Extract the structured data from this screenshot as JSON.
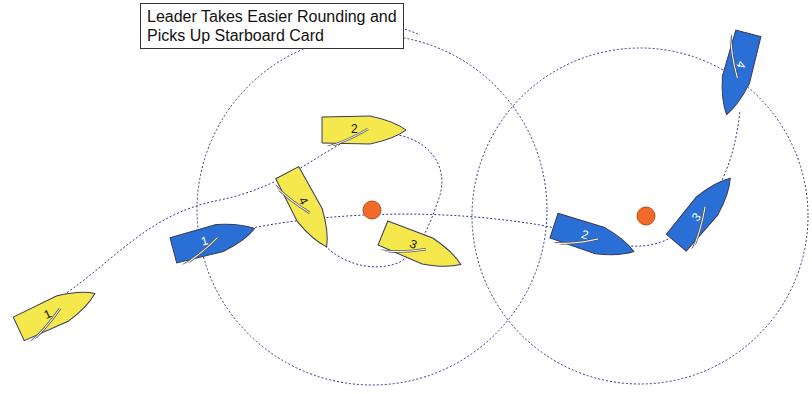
{
  "diagram": {
    "title": "Leader Takes Easier Rounding and Picks Up Starboard Card",
    "nodes": [
      {
        "text": [
          "1"
        ]
      },
      {
        "text": [
          "1"
        ]
      },
      {
        "text": [
          "2"
        ]
      },
      {
        "text": [
          "4"
        ]
      },
      {
        "text": [
          "3"
        ]
      },
      {
        "text": [
          "2"
        ]
      },
      {
        "text": [
          "3"
        ]
      },
      {
        "text": [
          "4"
        ]
      }
    ]
  }
}
